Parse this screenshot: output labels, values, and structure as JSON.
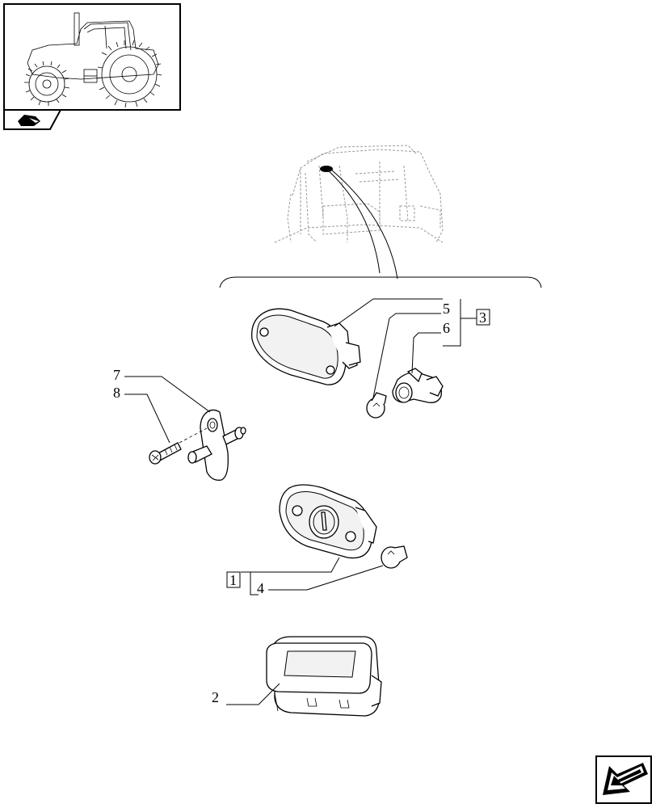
{
  "callouts": {
    "c1": "1",
    "c2": "2",
    "c3": "3",
    "c4": "4",
    "c5": "5",
    "c6": "6",
    "c7": "7",
    "c8": "8"
  },
  "icons": {
    "thumbnail": "tractor-overview-icon",
    "section": "section-tab-icon",
    "navigation": "next-page-arrow-icon"
  }
}
